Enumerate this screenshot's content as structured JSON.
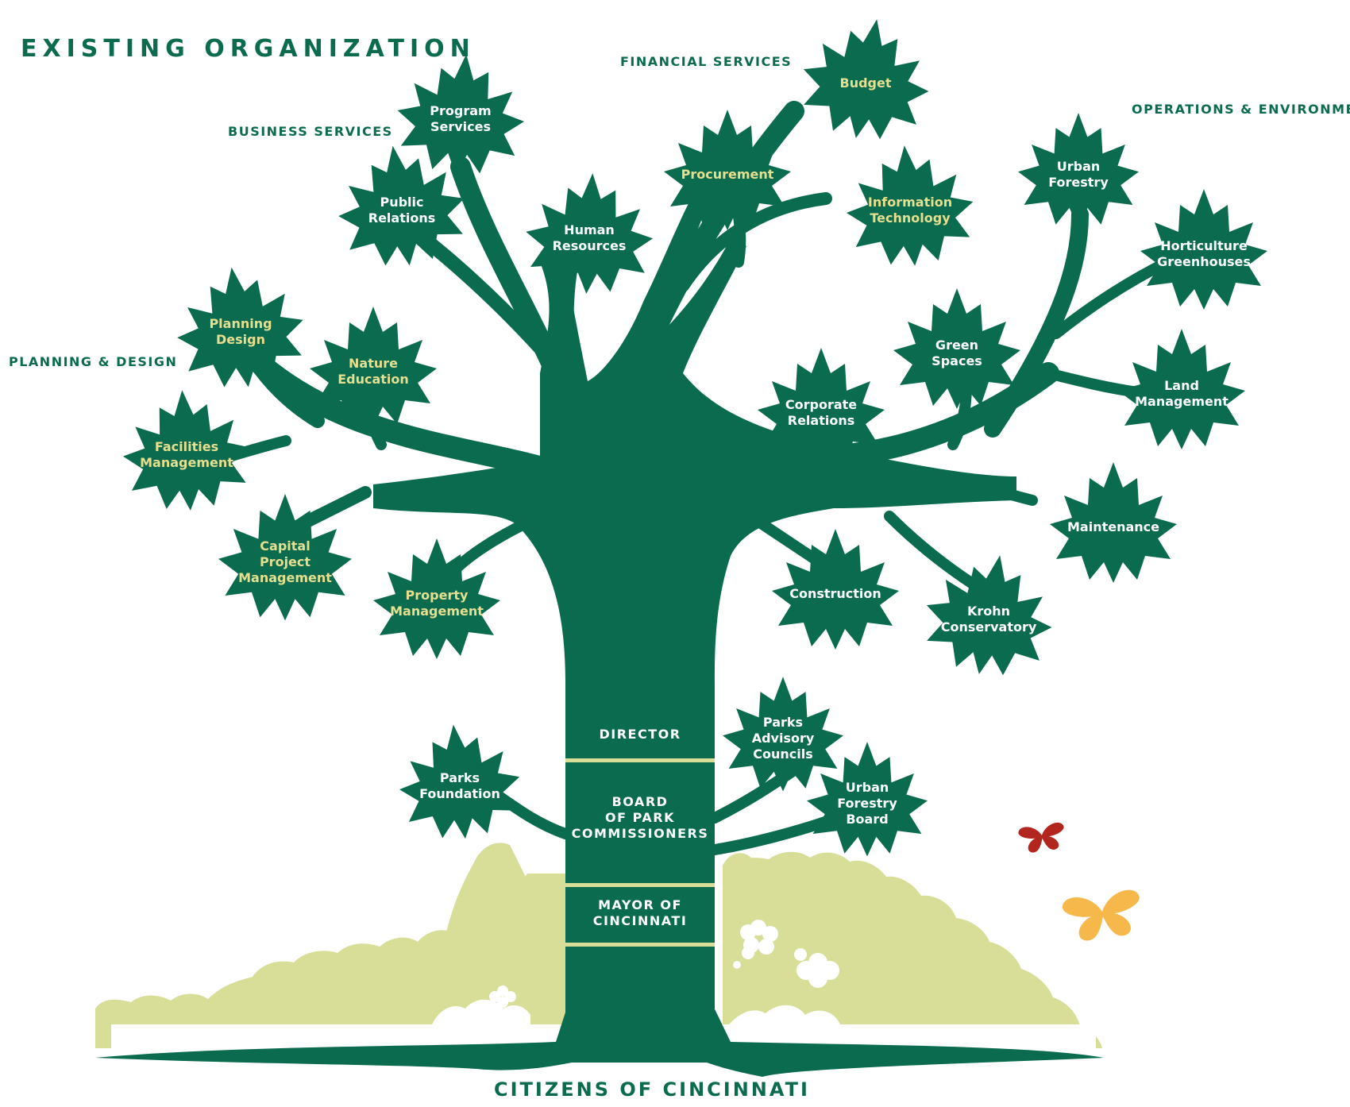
{
  "title": "EXISTING ORGANIZATION",
  "footer": "CITIZENS OF CINCINNATI",
  "colors": {
    "tree": "#0b6b4f",
    "label_white": "#ffffff",
    "label_yellow": "#e6df8f",
    "bush": "#d8dd97",
    "ring": "#d8dd97",
    "butterfly_red": "#b3261e",
    "butterfly_orange": "#f6b84a"
  },
  "groups": {
    "business": "BUSINESS SERVICES",
    "financial": "FINANCIAL SERVICES",
    "operations": "OPERATIONS & ENVIRONMENT",
    "planning": "PLANNING & DESIGN"
  },
  "trunk": {
    "director": [
      "DIRECTOR"
    ],
    "board": [
      "BOARD",
      "OF PARK",
      "COMMISSIONERS"
    ],
    "mayor": [
      "MAYOR OF",
      "CINCINNATI"
    ]
  },
  "leaves": [
    {
      "id": "program-services",
      "lines": [
        "Program",
        "Services"
      ],
      "color": "white"
    },
    {
      "id": "public-relations",
      "lines": [
        "Public",
        "Relations"
      ],
      "color": "white"
    },
    {
      "id": "human-resources",
      "lines": [
        "Human",
        "Resources"
      ],
      "color": "white"
    },
    {
      "id": "procurement",
      "lines": [
        "Procurement"
      ],
      "color": "yellow"
    },
    {
      "id": "budget",
      "lines": [
        "Budget"
      ],
      "color": "yellow"
    },
    {
      "id": "information-technology",
      "lines": [
        "Information",
        "Technology"
      ],
      "color": "yellow"
    },
    {
      "id": "urban-forestry",
      "lines": [
        "Urban",
        "Forestry"
      ],
      "color": "white"
    },
    {
      "id": "horticulture-greenhouses",
      "lines": [
        "Horticulture",
        "Greenhouses"
      ],
      "color": "white"
    },
    {
      "id": "planning-design",
      "lines": [
        "Planning",
        "Design"
      ],
      "color": "yellow"
    },
    {
      "id": "nature-education",
      "lines": [
        "Nature",
        "Education"
      ],
      "color": "yellow"
    },
    {
      "id": "green-spaces",
      "lines": [
        "Green",
        "Spaces"
      ],
      "color": "white"
    },
    {
      "id": "corporate-relations",
      "lines": [
        "Corporate",
        "Relations"
      ],
      "color": "white"
    },
    {
      "id": "land-management",
      "lines": [
        "Land",
        "Management"
      ],
      "color": "white"
    },
    {
      "id": "facilities-management",
      "lines": [
        "Facilities",
        "Management"
      ],
      "color": "yellow"
    },
    {
      "id": "maintenance",
      "lines": [
        "Maintenance"
      ],
      "color": "white"
    },
    {
      "id": "capital-project-management",
      "lines": [
        "Capital",
        "Project",
        "Management"
      ],
      "color": "yellow"
    },
    {
      "id": "property-management",
      "lines": [
        "Property",
        "Management"
      ],
      "color": "yellow"
    },
    {
      "id": "construction",
      "lines": [
        "Construction"
      ],
      "color": "white"
    },
    {
      "id": "krohn-conservatory",
      "lines": [
        "Krohn",
        "Conservatory"
      ],
      "color": "white"
    },
    {
      "id": "parks-advisory-councils",
      "lines": [
        "Parks",
        "Advisory",
        "Councils"
      ],
      "color": "white"
    },
    {
      "id": "parks-foundation",
      "lines": [
        "Parks",
        "Foundation"
      ],
      "color": "white"
    },
    {
      "id": "urban-forestry-board",
      "lines": [
        "Urban",
        "Forestry",
        "Board"
      ],
      "color": "white"
    }
  ]
}
